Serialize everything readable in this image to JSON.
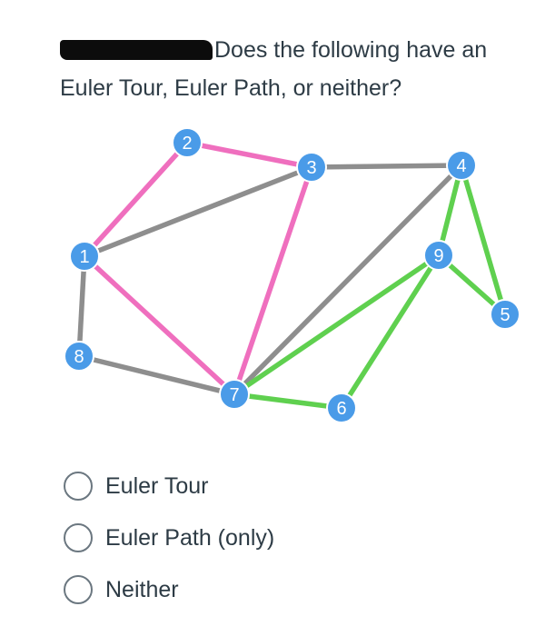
{
  "question": {
    "text": "Does the following have an Euler Tour, Euler Path, or neither?"
  },
  "graph": {
    "colors": {
      "node": "#4a9be8",
      "pink": "#ef6fbe",
      "gray": "#8e8e8e",
      "green": "#5fd04f"
    },
    "nodes": [
      {
        "id": "1",
        "label": "1"
      },
      {
        "id": "2",
        "label": "2"
      },
      {
        "id": "3",
        "label": "3"
      },
      {
        "id": "4",
        "label": "4"
      },
      {
        "id": "5",
        "label": "5"
      },
      {
        "id": "6",
        "label": "6"
      },
      {
        "id": "7",
        "label": "7"
      },
      {
        "id": "8",
        "label": "8"
      },
      {
        "id": "9",
        "label": "9"
      }
    ],
    "edges": [
      {
        "from": "1",
        "to": "2",
        "color": "pink"
      },
      {
        "from": "2",
        "to": "3",
        "color": "pink"
      },
      {
        "from": "3",
        "to": "7",
        "color": "pink"
      },
      {
        "from": "1",
        "to": "7",
        "color": "pink"
      },
      {
        "from": "1",
        "to": "3",
        "color": "gray"
      },
      {
        "from": "3",
        "to": "4",
        "color": "gray"
      },
      {
        "from": "4",
        "to": "7",
        "color": "gray"
      },
      {
        "from": "1",
        "to": "8",
        "color": "gray"
      },
      {
        "from": "8",
        "to": "7",
        "color": "gray"
      },
      {
        "from": "4",
        "to": "9",
        "color": "green"
      },
      {
        "from": "4",
        "to": "5",
        "color": "green"
      },
      {
        "from": "9",
        "to": "5",
        "color": "green"
      },
      {
        "from": "9",
        "to": "7",
        "color": "green"
      },
      {
        "from": "9",
        "to": "6",
        "color": "green"
      },
      {
        "from": "7",
        "to": "6",
        "color": "green"
      }
    ]
  },
  "options": [
    {
      "label": "Euler Tour",
      "selected": false
    },
    {
      "label": "Euler Path (only)",
      "selected": false
    },
    {
      "label": "Neither",
      "selected": false
    }
  ]
}
